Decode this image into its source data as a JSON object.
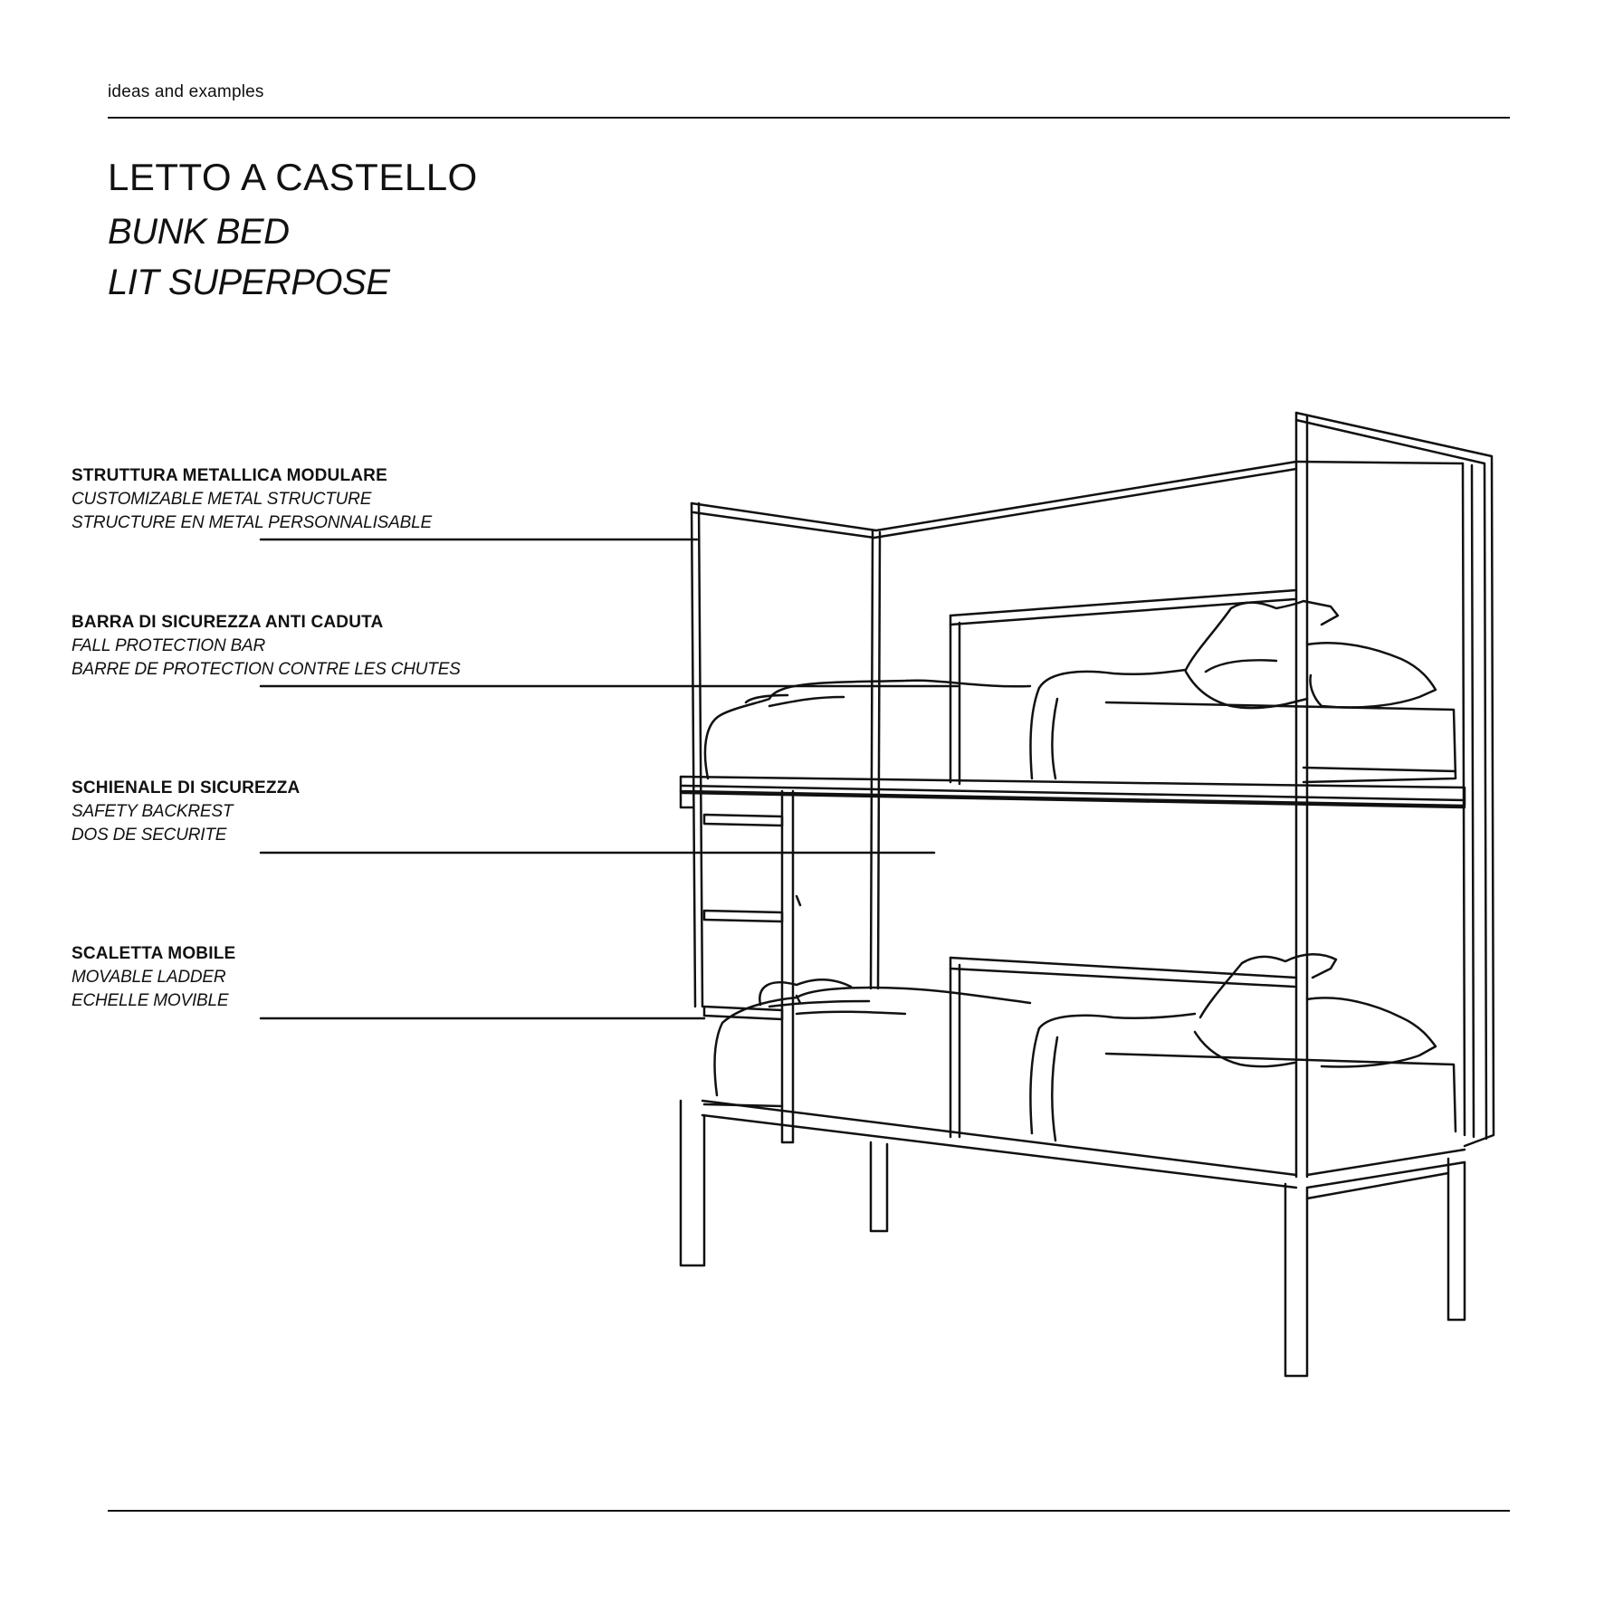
{
  "header": {
    "section_label": "ideas and examples"
  },
  "title": {
    "italian": "LETTO A CASTELLO",
    "english": "BUNK BED",
    "french": "LIT SUPERPOSE"
  },
  "callouts": [
    {
      "it": "STRUTTURA METALLICA MODULARE",
      "en": "CUSTOMIZABLE  METAL STRUCTURE",
      "fr": "STRUCTURE EN METAL PERSONNALISABLE"
    },
    {
      "it": "BARRA DI SICUREZZA ANTI CADUTA",
      "en": "FALL PROTECTION BAR",
      "fr": "BARRE DE PROTECTION CONTRE LES CHUTES"
    },
    {
      "it": "SCHIENALE DI SICUREZZA",
      "en": "SAFETY BACKREST",
      "fr": "DOS DE SECURITE"
    },
    {
      "it": "SCALETTA MOBILE",
      "en": "MOVABLE LADDER",
      "fr": "ECHELLE MOVIBLE"
    }
  ],
  "colors": {
    "ink": "#111111",
    "background": "#ffffff"
  }
}
